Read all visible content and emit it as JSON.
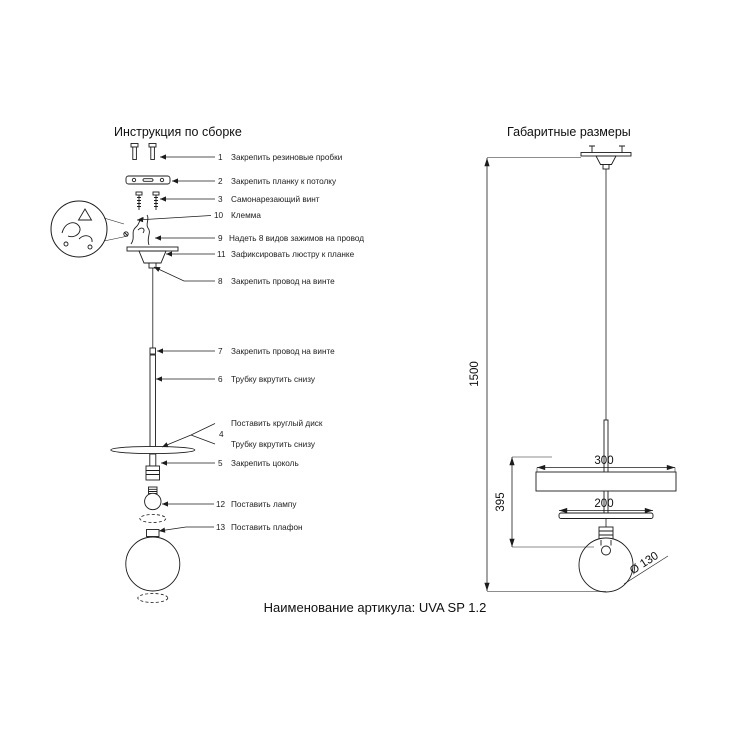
{
  "titles": {
    "left": "Инструкция по сборке",
    "right": "Габаритные размеры"
  },
  "footer": {
    "label": "Наименование артикула: UVA SP 1.2"
  },
  "instructions": [
    {
      "num": "1",
      "label": "Закрепить резиновые пробки"
    },
    {
      "num": "2",
      "label": "Закрепить планку к потолку"
    },
    {
      "num": "3",
      "label": "Самонарезающий винт"
    },
    {
      "num": "10",
      "label": "Клемма"
    },
    {
      "num": "9",
      "label": "Надеть 8 видов зажимов на провод"
    },
    {
      "num": "11",
      "label": "Зафиксировать люстру к планке"
    },
    {
      "num": "8",
      "label": "Закрепить провод на винте"
    },
    {
      "num": "7",
      "label": "Закрепить провод на винте"
    },
    {
      "num": "6",
      "label": "Трубку вкрутить снизу"
    },
    {
      "num": "4",
      "label_top": "Поставить круглый диск",
      "label_bottom": "Трубку вкрутить снизу"
    },
    {
      "num": "5",
      "label": "Закрепить цоколь"
    },
    {
      "num": "12",
      "label": "Поставить лампу"
    },
    {
      "num": "13",
      "label": "Поставить плафон"
    }
  ],
  "dimensions": {
    "overall_height": "1500",
    "disk_width": "300",
    "hanging_height": "395",
    "inner_disk_width": "200",
    "shade_diameter": "Ø 130"
  }
}
